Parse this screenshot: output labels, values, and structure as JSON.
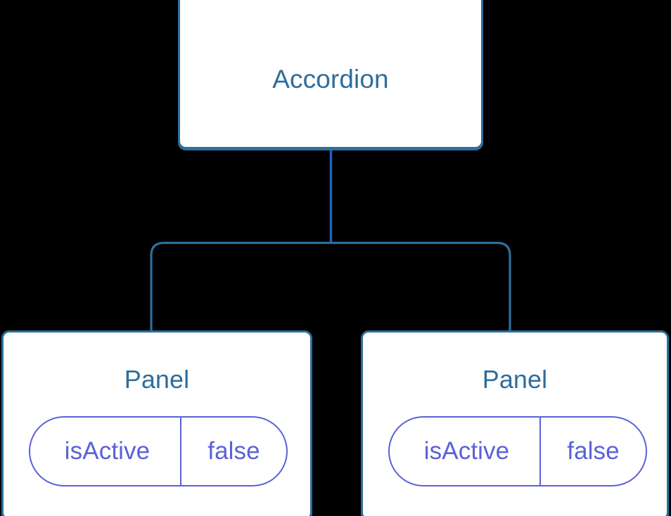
{
  "diagram": {
    "type": "component-tree",
    "background_color": "#000000",
    "colors": {
      "node_border": "#2d6e9c",
      "node_fill": "#ffffff",
      "node_text": "#2d6e9c",
      "prop_accent": "#5b61d8",
      "edge_primary": "#2060c8",
      "edge_branch": "#2d6e9c"
    },
    "root": {
      "title": "Accordion"
    },
    "children": [
      {
        "title": "Panel",
        "props": [
          {
            "key": "isActive",
            "value": "false"
          }
        ]
      },
      {
        "title": "Panel",
        "props": [
          {
            "key": "isActive",
            "value": "false"
          }
        ]
      }
    ]
  }
}
